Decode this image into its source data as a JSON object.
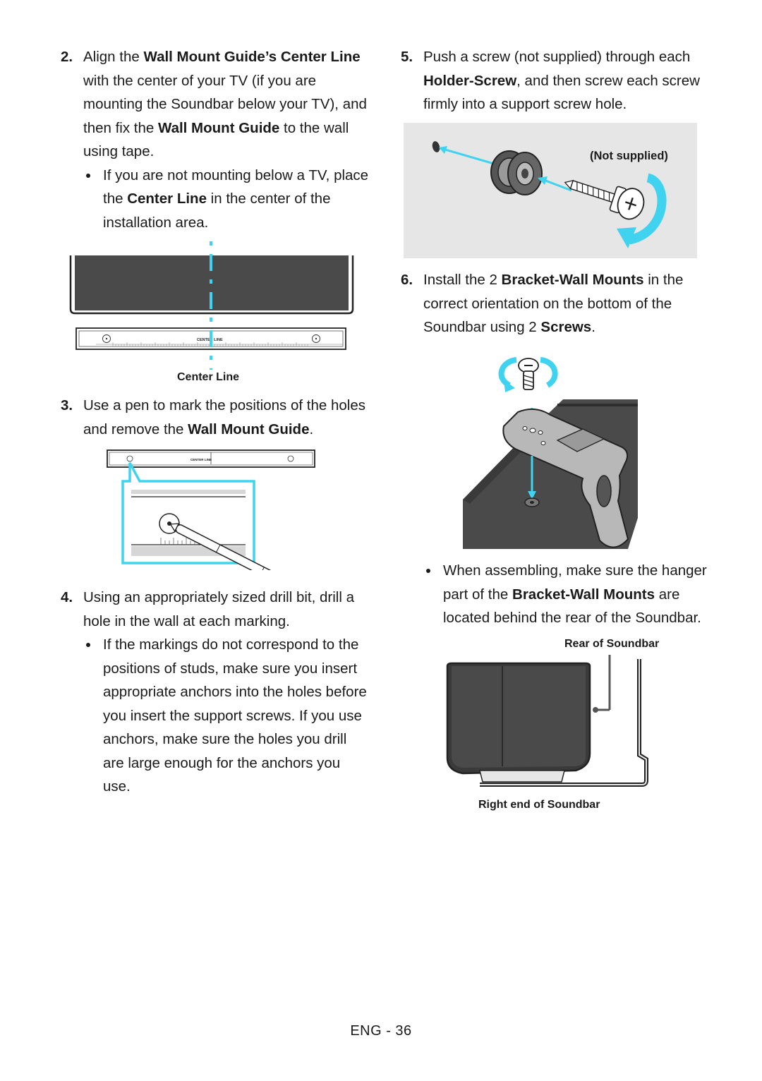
{
  "steps": {
    "s2": {
      "num": "2.",
      "t1": "Align the ",
      "b1": "Wall Mount Guide’s Center Line",
      "t2": " with the center of your TV (if you are mounting the Soundbar below your TV), and then fix the ",
      "b2": "Wall Mount Guide",
      "t3": " to the wall using tape.",
      "bullet": {
        "t1": "If you are not mounting below a TV, place the ",
        "b1": "Center Line",
        "t2": " in the center of the installation area."
      },
      "figure_caption": "Center Line",
      "guide_label": "CENTER LINE"
    },
    "s3": {
      "num": "3.",
      "t1": "Use a pen to mark the positions of the holes and remove the ",
      "b1": "Wall Mount Guide",
      "t2": "."
    },
    "s4": {
      "num": "4.",
      "t1": "Using an appropriately sized drill bit, drill a hole in the wall at each marking.",
      "bullet": "If the markings do not correspond to the positions of studs, make sure you insert appropriate anchors into the holes before you insert the support screws. If you use anchors, make sure the holes you drill are large enough for the anchors you use."
    },
    "s5": {
      "num": "5.",
      "t1": "Push a screw (not supplied) through each ",
      "b1": "Holder-Screw",
      "t2": ", and then screw each screw firmly into a support screw hole.",
      "figure_caption": "(Not supplied)"
    },
    "s6": {
      "num": "6.",
      "t1": "Install the 2 ",
      "b1": "Bracket-Wall Mounts",
      "t2": " in the correct orientation on the bottom of the Soundbar using 2 ",
      "b2": "Screws",
      "t3": ".",
      "bullet": {
        "t1": "When assembling, make sure the hanger part of the ",
        "b1": "Bracket-Wall Mounts",
        "t2": " are located behind the rear of the Soundbar."
      },
      "caption_rear": "Rear of Soundbar",
      "caption_right": "Right end of Soundbar"
    }
  },
  "footer": {
    "page": "ENG - 36"
  },
  "colors": {
    "accent_cyan": "#3fd3ef",
    "tv_dark": "#4a4a4a",
    "panel_gray": "#e6e6e6"
  }
}
